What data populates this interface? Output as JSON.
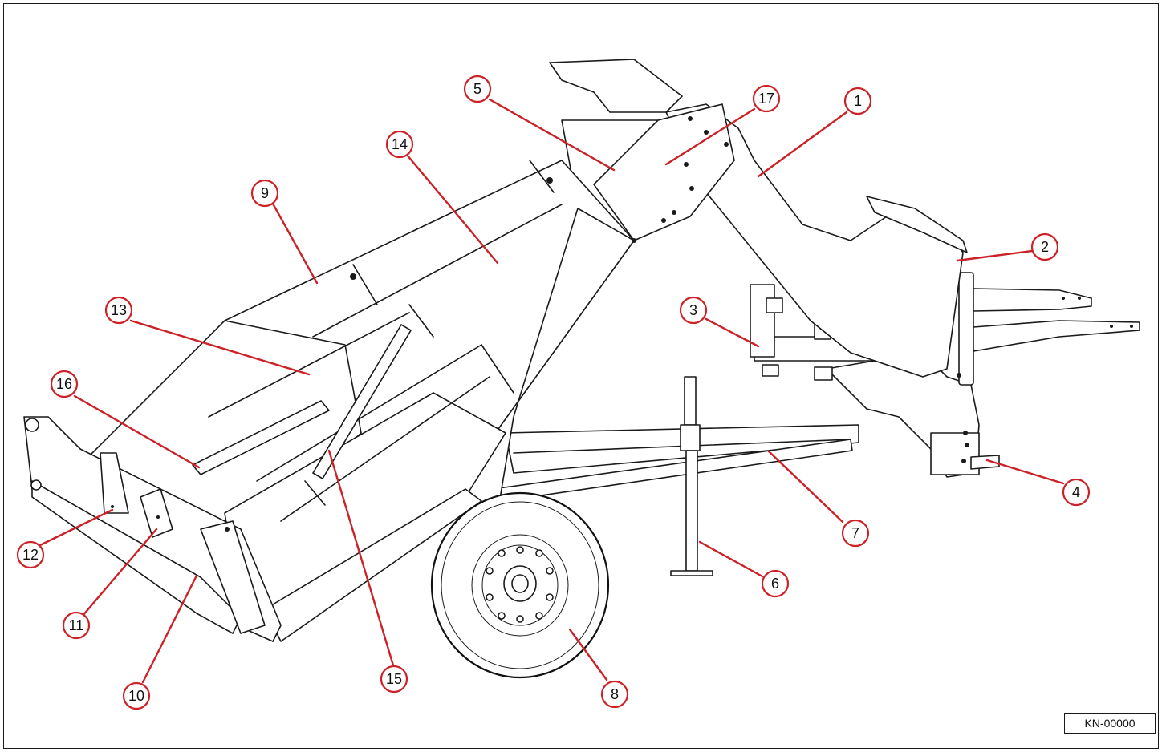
{
  "figure": {
    "document_code": "KN-00000",
    "callouts": [
      "1",
      "2",
      "3",
      "4",
      "5",
      "6",
      "7",
      "8",
      "9",
      "10",
      "11",
      "12",
      "13",
      "14",
      "15",
      "16",
      "17"
    ],
    "callout_color": "#cc2127",
    "line_color": "#1a1a1a",
    "background": "#ffffff"
  }
}
